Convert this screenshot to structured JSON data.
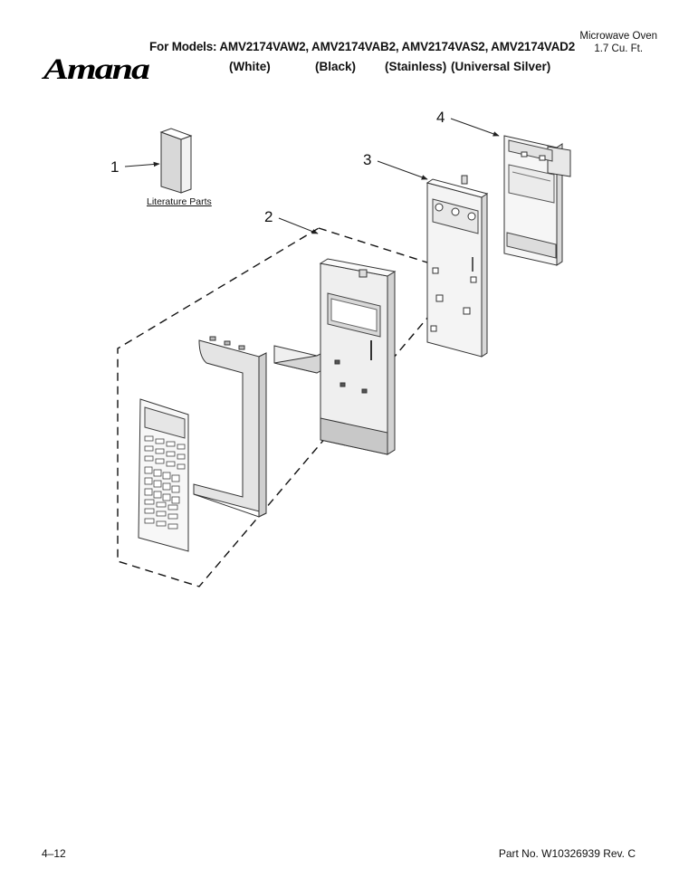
{
  "header": {
    "models_line": "For Models: AMV2174VAW2, AMV2174VAB2, AMV2174VAS2, AMV2174VAD2",
    "variants": [
      "(White)",
      "(Black)",
      "(Stainless)",
      "(Universal Silver)"
    ],
    "product_line1": "Microwave Oven",
    "product_line2": "1.7 Cu. Ft."
  },
  "logo": {
    "text": "Amana"
  },
  "callouts": [
    "1",
    "2",
    "3",
    "4"
  ],
  "literature_label": "Literature Parts",
  "footer": {
    "page": "4–12",
    "part_no": "Part No. W10326939 Rev. C"
  }
}
